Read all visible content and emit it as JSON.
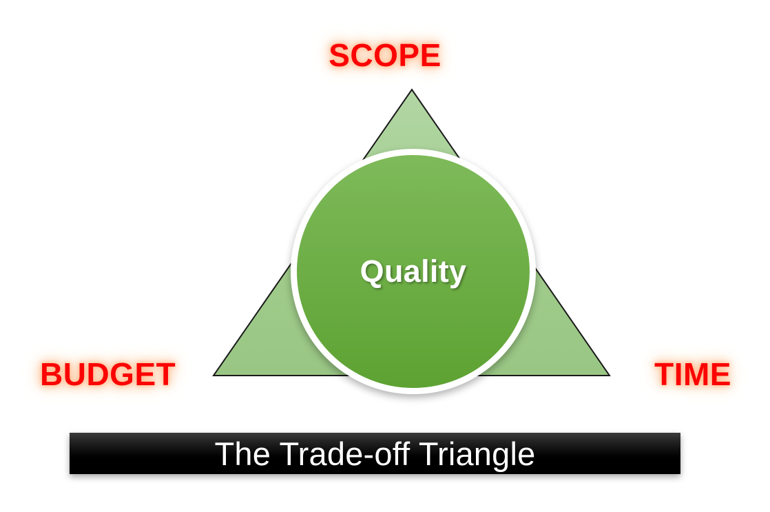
{
  "diagram": {
    "title": "The Trade-off Triangle",
    "center": {
      "label": "Quality"
    },
    "corners": [
      {
        "id": "scope",
        "label": "SCOPE",
        "position": "top"
      },
      {
        "id": "budget",
        "label": "BUDGET",
        "position": "bottom-left"
      },
      {
        "id": "time",
        "label": "TIME",
        "position": "bottom-right"
      }
    ],
    "colors": {
      "corner_label_text": "#fb0404",
      "corner_label_glow": "#ffb281",
      "triangle_fill_top": "#AED3A0",
      "triangle_fill_bottom": "#9BC787",
      "triangle_outline": "#1a1a1a",
      "circle_fill_top": "#7EBA5A",
      "circle_fill_bottom": "#5DA232",
      "circle_ring": "#ffffff",
      "center_label_text": "#ffffff",
      "banner_background": "#000000",
      "banner_text": "#ffffff",
      "page_background": "#ffffff"
    }
  }
}
